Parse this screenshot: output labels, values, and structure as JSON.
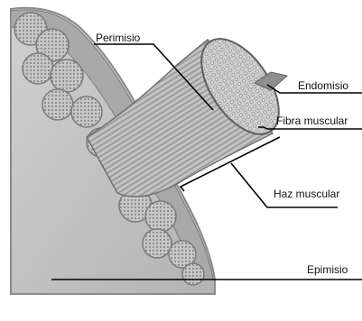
{
  "labels": {
    "perimisio": "Perimisio",
    "endomisio": "Endomisio",
    "fibra_muscular": "Fibra muscular",
    "haz_muscular": "Haz muscular",
    "epimisio": "Epimisio"
  }
}
